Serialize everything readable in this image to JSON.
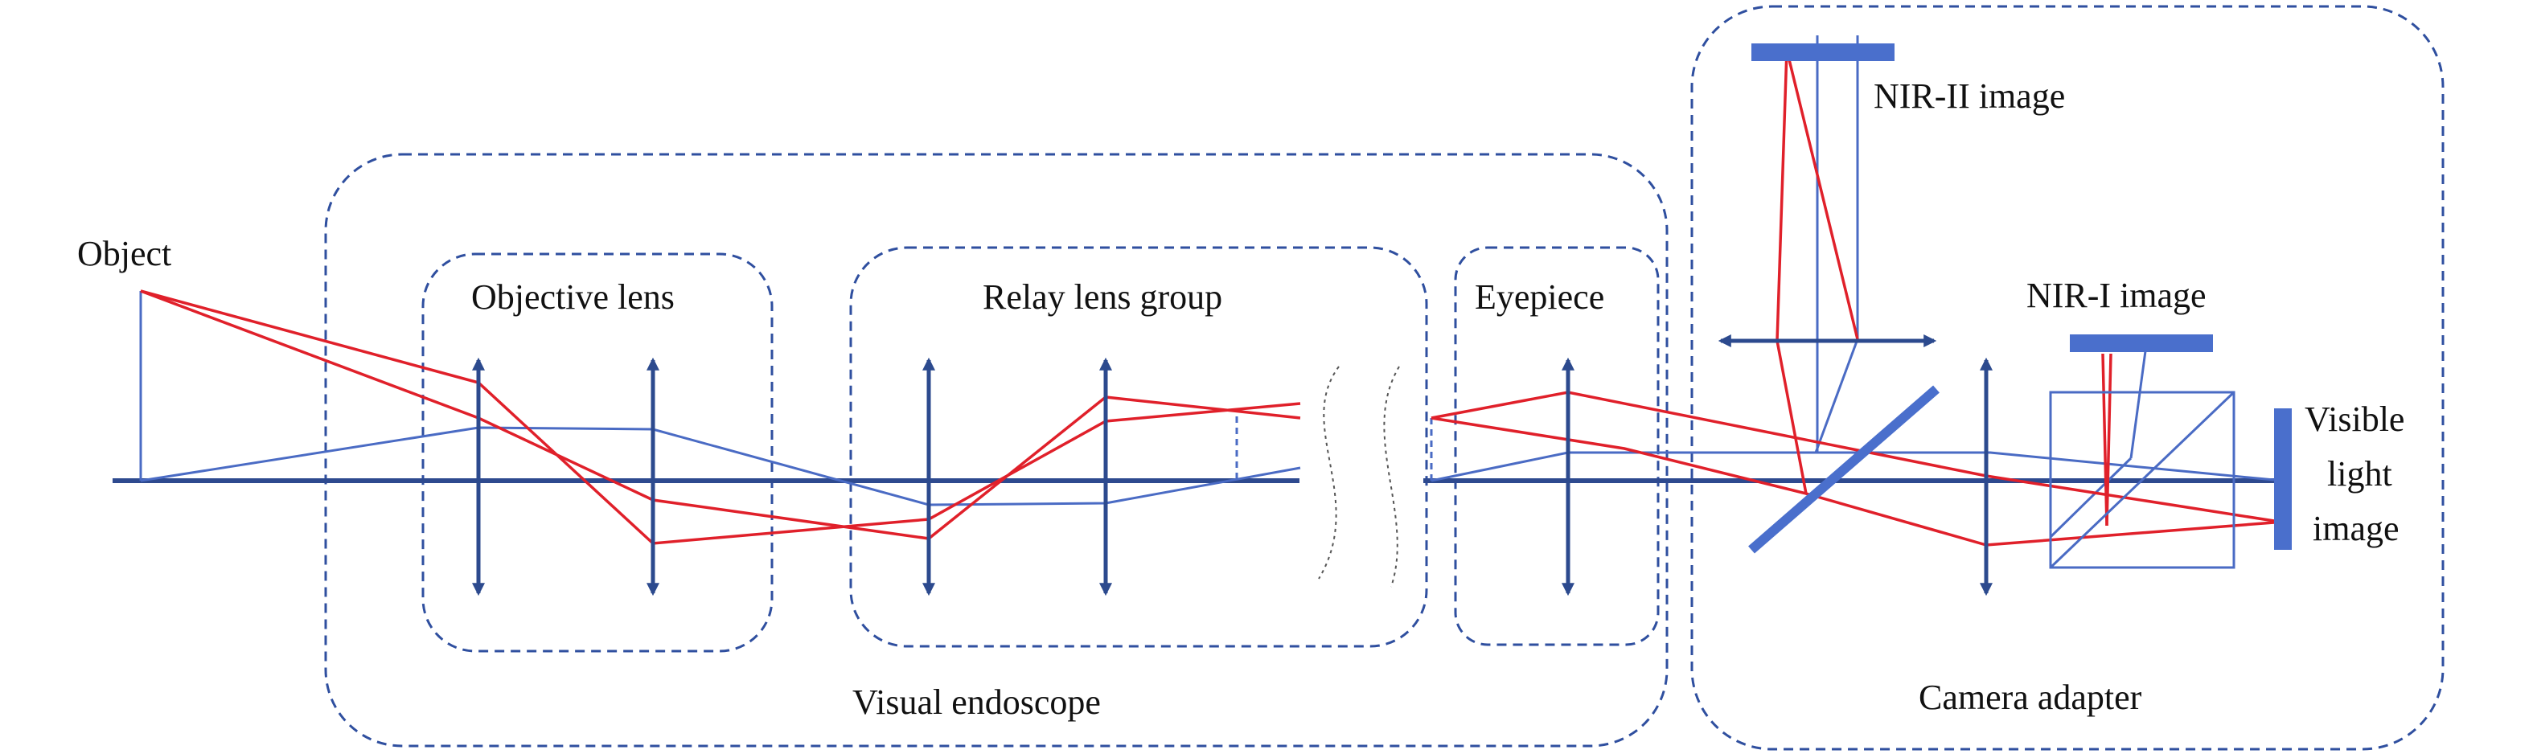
{
  "labels": {
    "object": "Object",
    "objective_lens": "Objective lens",
    "relay_lens_group": "Relay lens group",
    "eyepiece": "Eyepiece",
    "visual_endoscope": "Visual endoscope",
    "nir_ii_image": "NIR-II image",
    "nir_i_image": "NIR-I image",
    "visible_line1": "Visible",
    "visible_line2": "light",
    "visible_line3": "image",
    "camera_adapter": "Camera adapter"
  },
  "colors": {
    "box_dash": "#2f4f9f",
    "axis": "#2e4a8f",
    "lens": "#2c4a8e",
    "ray_red": "#e0202a",
    "ray_blue": "#4a6bc4",
    "sensor": "#4a6fcc"
  }
}
